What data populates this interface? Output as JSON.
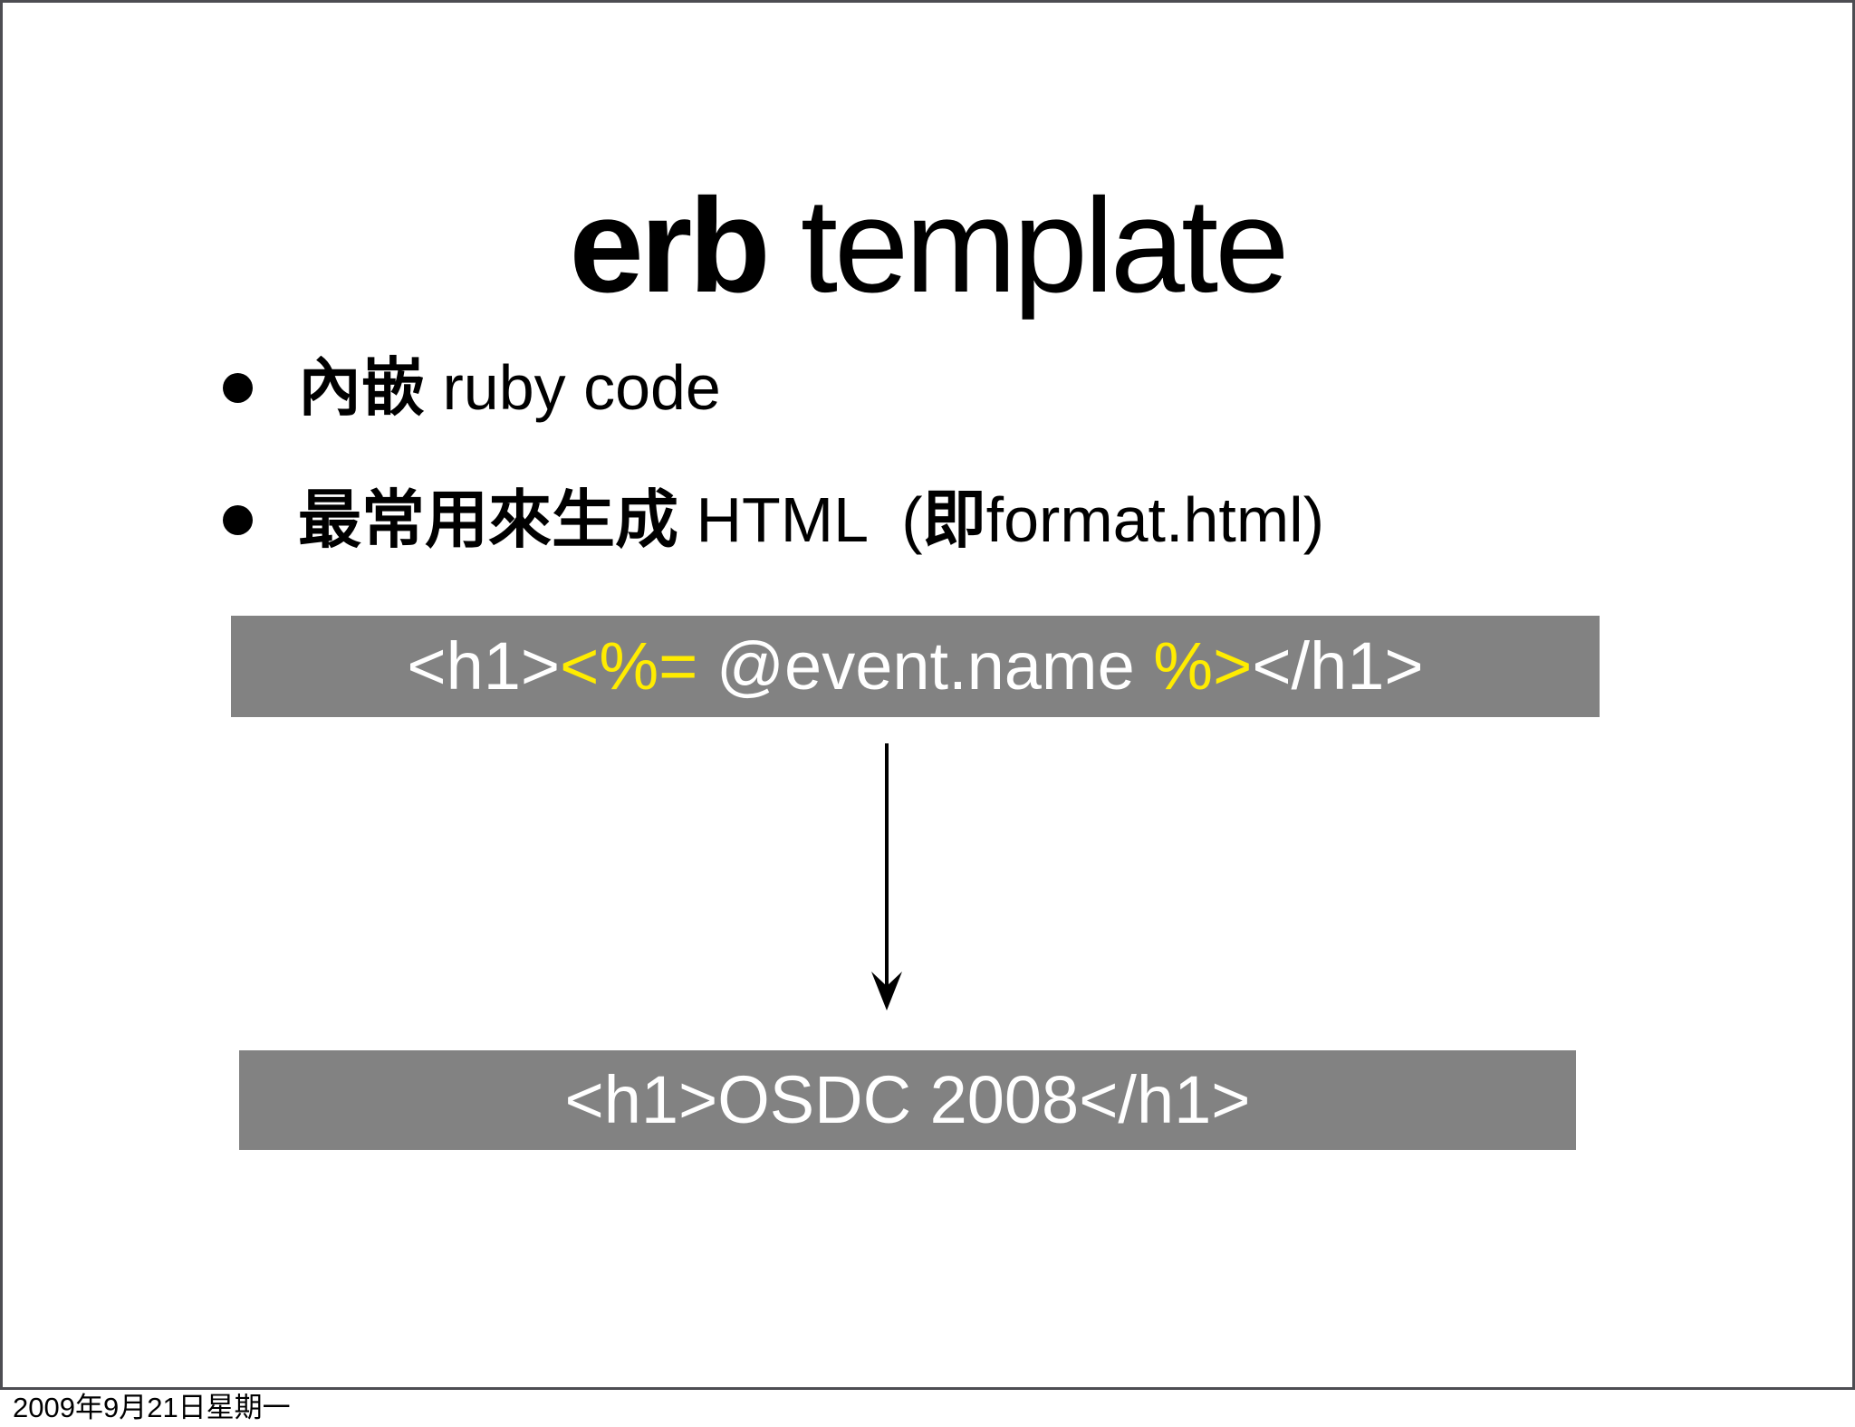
{
  "slide": {
    "title": {
      "primary": "erb",
      "secondary": " template"
    },
    "bullets": [
      {
        "segments": [
          {
            "kind": "cjk",
            "text": "內嵌 "
          },
          {
            "kind": "latin",
            "text": "ruby code"
          }
        ]
      },
      {
        "segments": [
          {
            "kind": "cjk",
            "text": "最常用來生成 "
          },
          {
            "kind": "latin",
            "text": "HTML  ("
          },
          {
            "kind": "cjk",
            "text": "即"
          },
          {
            "kind": "latin",
            "text": "format.html)"
          }
        ]
      }
    ],
    "code_box_template": {
      "segments": [
        {
          "color": "white",
          "text": "<h1>"
        },
        {
          "color": "yellow",
          "text": "<%="
        },
        {
          "color": "white",
          "text": " @event.name "
        },
        {
          "color": "yellow",
          "text": "%>"
        },
        {
          "color": "white",
          "text": "</h1>"
        }
      ]
    },
    "code_box_output": {
      "text": "<h1>OSDC 2008</h1>"
    },
    "arrow_icon": "down-arrow"
  },
  "footer": {
    "date_label": "2009年9月21日星期一"
  },
  "colors": {
    "code_box_background": "#828282",
    "code_text_default": "#ffffff",
    "code_text_accent": "#ffec00",
    "slide_border": "#4d4d52",
    "body_text": "#000000",
    "slide_background": "#ffffff"
  }
}
